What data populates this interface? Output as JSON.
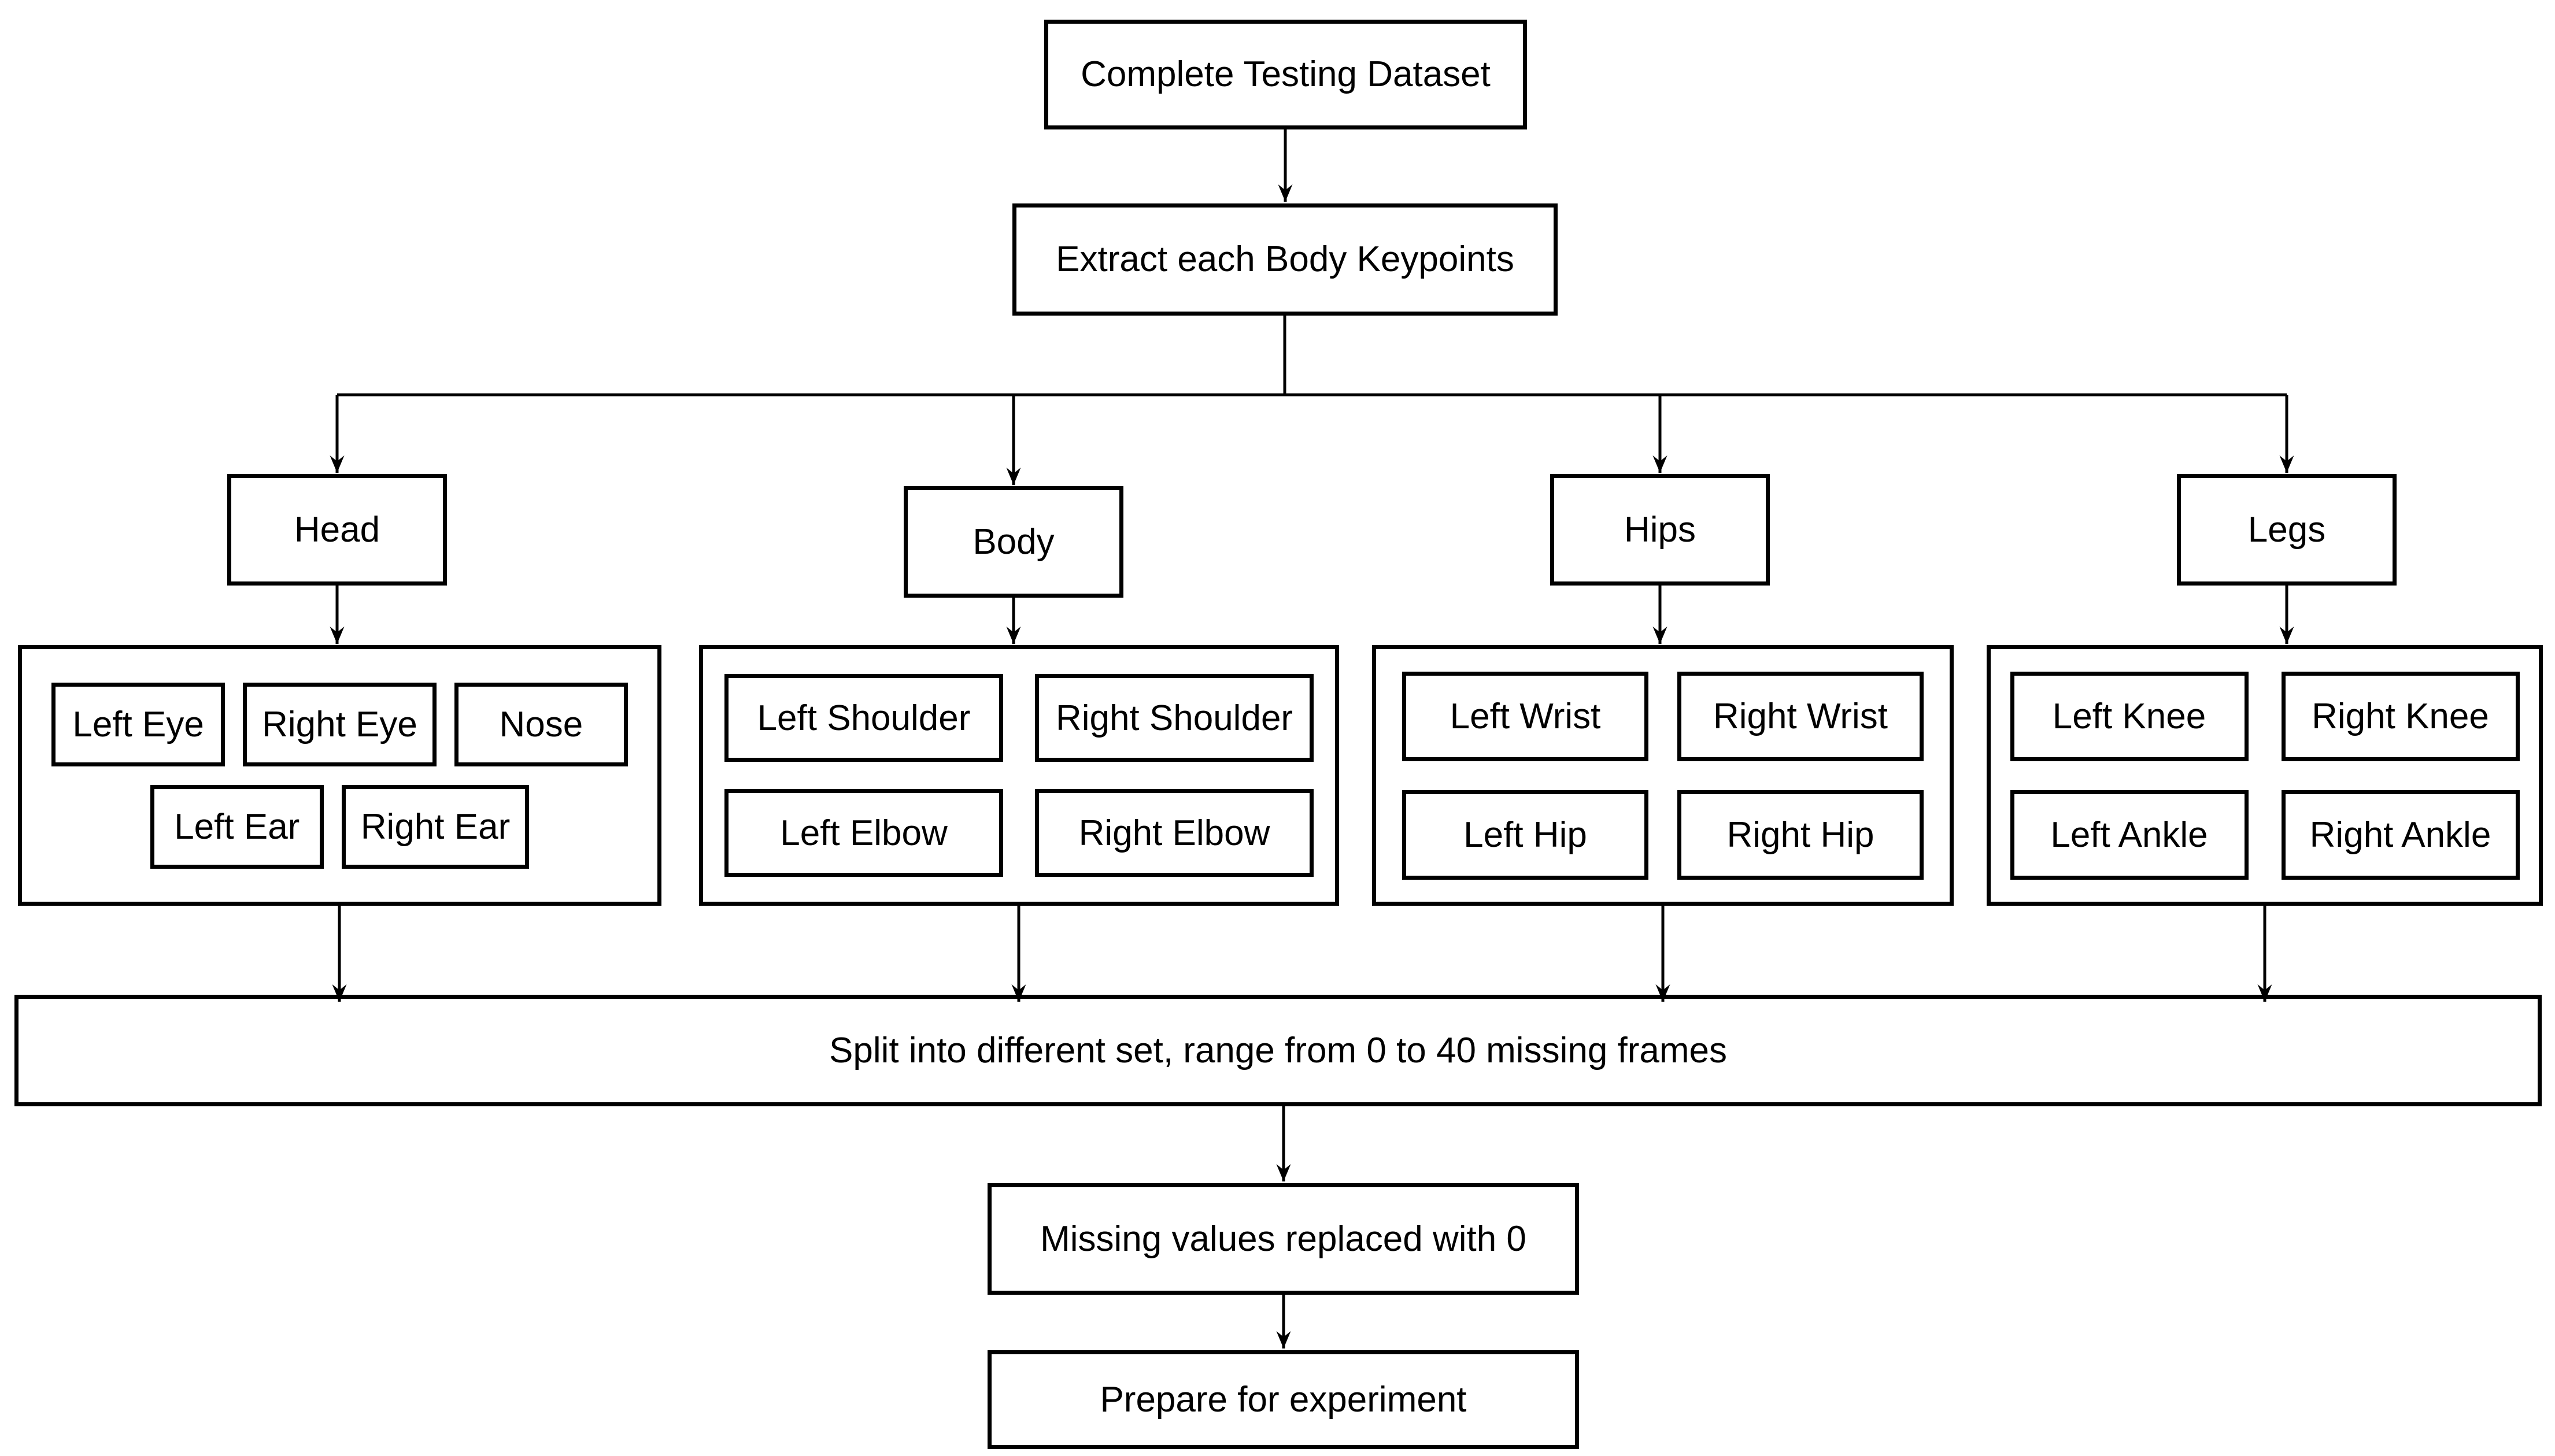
{
  "colors": {
    "stroke": "#000000",
    "box_fill": "#ffffff",
    "background": "#ffffff",
    "text": "#000000"
  },
  "flowchart": {
    "start": {
      "label": "Complete Testing Dataset"
    },
    "extract": {
      "label": "Extract each Body Keypoints"
    },
    "branches": [
      {
        "label": "Head",
        "keypoints": [
          "Left Eye",
          "Right Eye",
          "Nose",
          "Left Ear",
          "Right Ear"
        ]
      },
      {
        "label": "Body",
        "keypoints": [
          "Left Shoulder",
          "Right Shoulder",
          "Left Elbow",
          "Right Elbow"
        ]
      },
      {
        "label": "Hips",
        "keypoints": [
          "Left Wrist",
          "Right Wrist",
          "Left Hip",
          "Right Hip"
        ]
      },
      {
        "label": "Legs",
        "keypoints": [
          "Left Knee",
          "Right Knee",
          "Left Ankle",
          "Right Ankle"
        ]
      }
    ],
    "split": {
      "label": "Split into different set, range from 0 to 40 missing frames"
    },
    "replace_missing": {
      "label": "Missing values replaced with 0"
    },
    "prepare": {
      "label": "Prepare for experiment"
    }
  }
}
